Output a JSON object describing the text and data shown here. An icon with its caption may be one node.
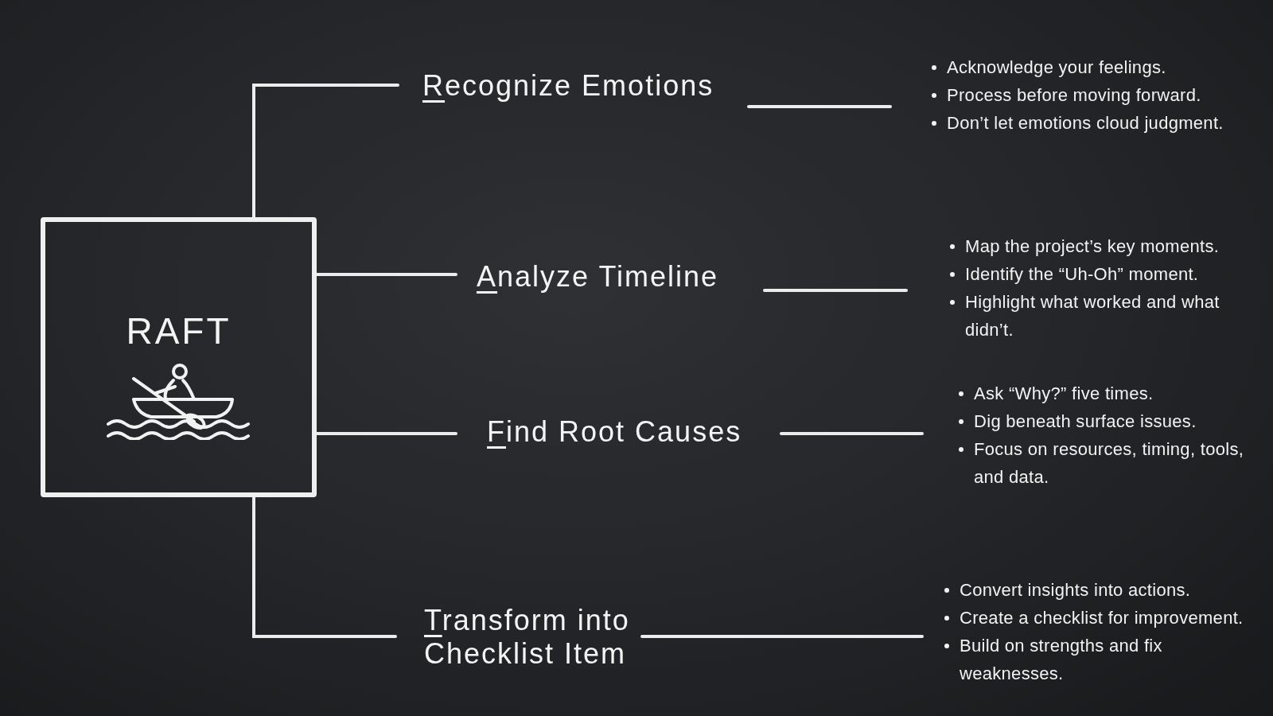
{
  "diagram": {
    "nodes": [
      {
        "text": [
          "RAFT"
        ]
      },
      {
        "text": [
          "Recognize Emotions"
        ]
      },
      {
        "text": [
          "Acknowledge your feelings.",
          "Process before moving forward.",
          "Don’t let emotions cloud judgment."
        ]
      },
      {
        "text": [
          "Analyze Timeline"
        ]
      },
      {
        "text": [
          "Map the project’s key moments.",
          "Identify the “Uh-Oh” moment.",
          "Highlight what worked and what didn’t."
        ]
      },
      {
        "text": [
          "Find Root Causes"
        ]
      },
      {
        "text": [
          "Ask “Why?” five times.",
          "Dig beneath surface issues.",
          "Focus on resources, timing, tools, and data."
        ]
      },
      {
        "text": [
          "Transform into Checklist Item"
        ]
      },
      {
        "text": [
          "Convert insights into actions.",
          "Create a checklist for improvement.",
          "Build on strengths and fix weaknesses."
        ]
      }
    ],
    "edges": [
      {
        "from": 0,
        "to": 1,
        "arrow": "none"
      },
      {
        "from": 0,
        "to": 3,
        "arrow": "none"
      },
      {
        "from": 0,
        "to": 5,
        "arrow": "none"
      },
      {
        "from": 0,
        "to": 7,
        "arrow": "none"
      },
      {
        "from": 1,
        "to": 2,
        "arrow": "none"
      },
      {
        "from": 3,
        "to": 4,
        "arrow": "none"
      },
      {
        "from": 5,
        "to": 6,
        "arrow": "none"
      },
      {
        "from": 7,
        "to": 8,
        "arrow": "none"
      }
    ]
  }
}
